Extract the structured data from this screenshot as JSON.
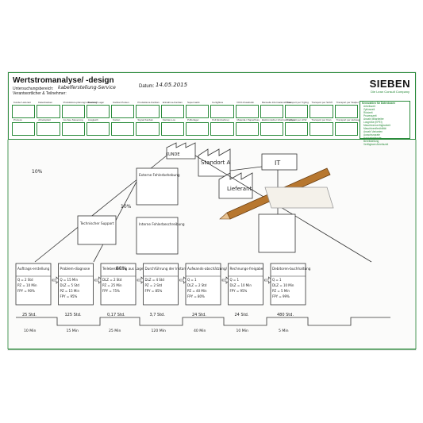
{
  "header": {
    "title": "Wertstromanalyse/ -design",
    "area_label": "Untersuchungsbereich:",
    "area_value": "kabelferstellung-Service",
    "date_label": "Datum:",
    "date_value": "14.05.2015",
    "responsible_label": "Verantwortlicher & Teilnehmer:"
  },
  "brand": {
    "name": "SIEBEN",
    "tagline": "Die Lean Consult Company"
  },
  "palette_row1": [
    "Kunde/ Lieferant",
    "Datenbanken",
    "Produktions-planung/-steuerung",
    "Bestand/ Lager",
    "Kanban Posten",
    "Produktions-Kanban",
    "Entnahme-Kanban",
    "Supermarkt",
    "Fertigfluss",
    "FIFO-Flussbahn",
    "Manuelle Informationsflüsse",
    "Transport per Trgling",
    "Transport per Schiff",
    "Transport per Stapler"
  ],
  "palette_row2": [
    "Prozess",
    "Arbeitsplatz",
    "Go-See Steuerung",
    "Ausgleich",
    "Kaizen",
    "Signal Kanban",
    "Kanban-Los",
    "Pufferlager",
    "Pull (Entnahme)",
    "Material-/ Papierfluss",
    "Elektronischer Informationsfluss",
    "Transport per LKW",
    "Transport per Kran",
    "Transport per Hubwagen"
  ],
  "legend": {
    "title": "Kennzahlen für Datenboxen",
    "items": [
      "Arbeitszeit",
      "Zykluszeit",
      "Rüstzeit",
      "Prozesszeit",
      "Anzahl Mitarbeiter",
      "Losgröße (EPEI)",
      "Maschinenverfügbarkeit",
      "Maschinenflexibilität",
      "Anzahl Varianten",
      "Ausschussrate",
      "Nacharbeitsrate",
      "Bereitstellung",
      "Verfügbare Arbeitszeit"
    ]
  },
  "map": {
    "customer": "KUNDE",
    "site": "Standort A",
    "supplier": "Lieferant",
    "it": "IT",
    "support_box": "Technischer Support",
    "external_box": "Externe Fehlerbehebung",
    "internal_box": "Interne Fehlerbeschreibung",
    "percent_left": "10%",
    "percent_mid": "10%",
    "percent_flow": "80%",
    "processes": [
      {
        "name": "Auftrags-erstellung",
        "stats": [
          "Q = 2 Std",
          "PZ = 10 Min",
          "FPY = 90%"
        ]
      },
      {
        "name": "Problem-diagnose",
        "stats": [
          "Q = 15 Min",
          "DLZ = 5 Std",
          "PZ = 15 Min",
          "FPY = 95%"
        ]
      },
      {
        "name": "Teilebestellung aus Lager",
        "stats": [
          "DLZ = 2 Std",
          "PZ = 25 Min",
          "FPY = 75%"
        ]
      },
      {
        "name": "Durchführung der Instandhaltung",
        "stats": [
          "DLZ = 4 Std",
          "PZ = 2 Std",
          "FPY = 85%"
        ]
      },
      {
        "name": "Aufwands-abschätzung/ Rechnungsstellung",
        "stats": [
          "Q = 1",
          "DLZ = 2 Std",
          "PZ = 40 Min",
          "FPY = 80%"
        ]
      },
      {
        "name": "Rechnungs-freigabe",
        "stats": [
          "Q = 1",
          "DLZ = 10 Min",
          "FPY = 95%"
        ]
      },
      {
        "name": "Debitoren-buchhaltung",
        "stats": [
          "Q = 1",
          "DLZ = 10 Min",
          "PZ = 5 Min",
          "FPY = 99%"
        ]
      }
    ],
    "timeline_wait": [
      "25 Std.",
      "125 Std.",
      "0,17 Std.",
      "3,7 Std.",
      "24 Std.",
      "24 Std.",
      "480 Std."
    ],
    "timeline_proc": [
      "10 Min",
      "15 Min",
      "25 Min",
      "120 Min",
      "40 Min",
      "10 Min",
      "5 Min"
    ]
  }
}
